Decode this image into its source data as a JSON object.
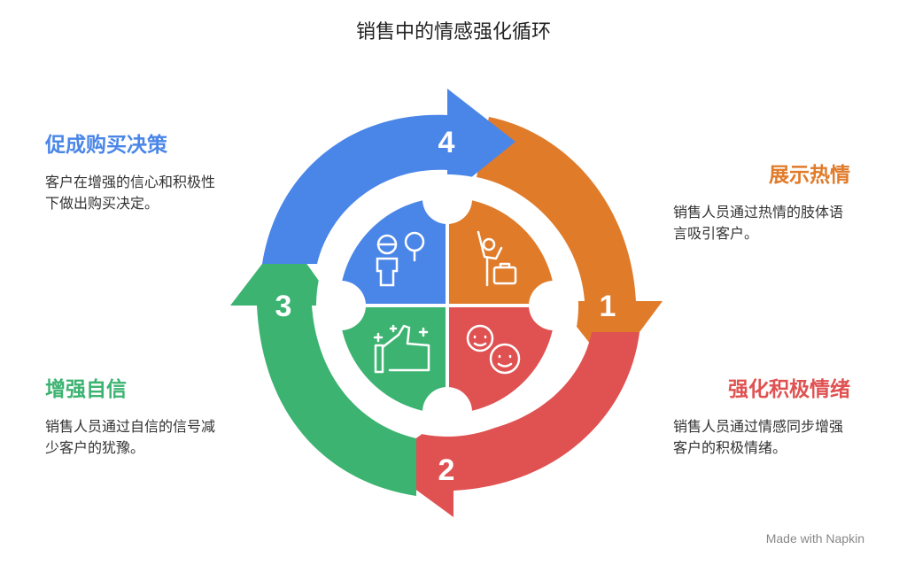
{
  "title": "销售中的情感强化循环",
  "steps": [
    {
      "num": "1",
      "head": "展示热情",
      "desc": "销售人员通过热情的肢体语言吸引客户。",
      "color": "#e07b2a"
    },
    {
      "num": "2",
      "head": "强化积极情绪",
      "desc": "销售人员通过情感同步增强客户的积极情绪。",
      "color": "#e05252"
    },
    {
      "num": "3",
      "head": "增强自信",
      "desc": "销售人员通过自信的信号减少客户的犹豫。",
      "color": "#3cb371"
    },
    {
      "num": "4",
      "head": "促成购买决策",
      "desc": "客户在增强的信心和积极性下做出购买决定。",
      "color": "#4a86e8"
    }
  ],
  "watermark": "Made with  Napkin",
  "icons": {
    "q1": "enthusiasm-gesture-icon",
    "q2": "happy-faces-icon",
    "q3": "thumbs-up-icon",
    "q4": "decision-person-icon"
  }
}
